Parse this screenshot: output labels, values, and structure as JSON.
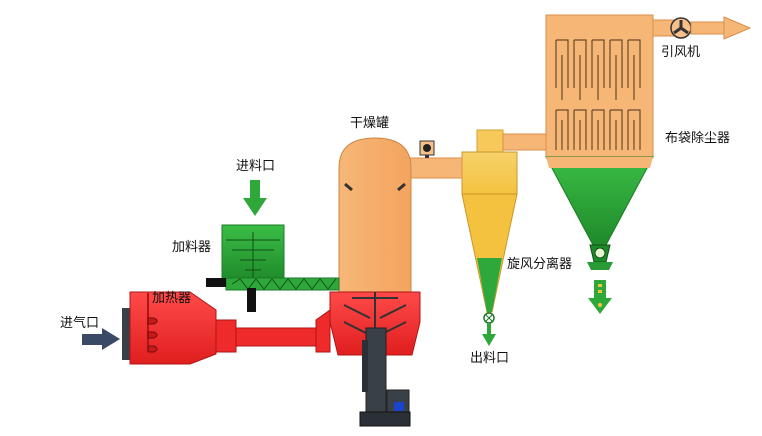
{
  "labels": {
    "dryer_tank": "干燥罐",
    "feed_inlet": "进料口",
    "feeder": "加料器",
    "heater": "加热器",
    "air_inlet": "进气口",
    "cyclone": "旋风分离器",
    "product_outlet": "出料口",
    "bag_filter": "布袋除尘器",
    "induced_fan": "引风机"
  },
  "colors": {
    "orange": "#f5a968",
    "orange_light": "#f7c08a",
    "red": "#ee2a2a",
    "red_dark": "#c41a1a",
    "green": "#2ea83a",
    "green_dark": "#1c7a28",
    "yellow": "#f4c23f",
    "yellow_light": "#f9df88",
    "steel": "#3a4048",
    "blue": "#1a44cc"
  }
}
